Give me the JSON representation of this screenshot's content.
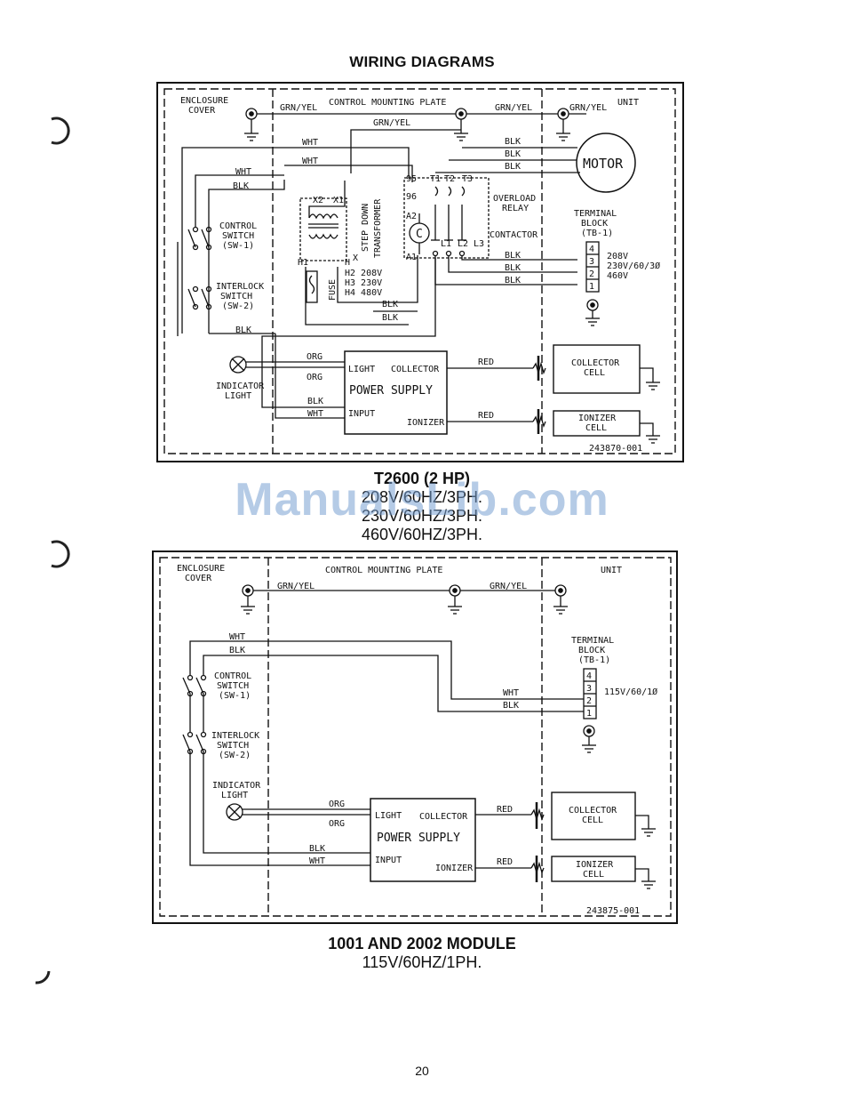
{
  "page": {
    "title": "WIRING DIAGRAMS",
    "watermark": "ManualsLib.com",
    "page_number": "20"
  },
  "diagram1": {
    "enclosure_cover": [
      "ENCLOSURE",
      "COVER"
    ],
    "control_mounting_plate": "CONTROL MOUNTING PLATE",
    "unit": "UNIT",
    "motor": "MOTOR",
    "control_switch": [
      "CONTROL",
      "SWITCH",
      "(SW-1)"
    ],
    "interlock_switch": [
      "INTERLOCK",
      "SWITCH",
      "(SW-2)"
    ],
    "indicator_light": [
      "INDICATOR",
      "LIGHT"
    ],
    "step_down_transformer": [
      "STEP DOWN",
      "TRANSFORMER"
    ],
    "fuse": "FUSE",
    "overload_relay": [
      "OVERLOAD",
      "RELAY"
    ],
    "contactor": "CONTACTOR",
    "terminal_block": [
      "TERMINAL",
      "BLOCK",
      "(TB-1)"
    ],
    "voltages": [
      "208V",
      "230V/60/3Ø",
      "460V"
    ],
    "taps": [
      "H2 208V",
      "H3 230V",
      "H4 480V"
    ],
    "terminals": [
      "95",
      "96",
      "A2",
      "A1",
      "T1",
      "T2",
      "T3",
      "L1",
      "L2",
      "L3",
      "X2",
      "X1",
      "H1",
      "H",
      "X"
    ],
    "tb_numbers": [
      "4",
      "3",
      "2",
      "1"
    ],
    "power_supply": {
      "light": "LIGHT",
      "collector": "COLLECTOR",
      "title": "POWER SUPPLY",
      "input": "INPUT",
      "ionizer": "IONIZER"
    },
    "collector_cell": [
      "COLLECTOR",
      "CELL"
    ],
    "ionizer_cell": [
      "IONIZER",
      "CELL"
    ],
    "wires": {
      "grn_yel": "GRN/YEL",
      "wht": "WHT",
      "blk": "BLK",
      "org": "ORG",
      "red": "RED"
    },
    "drawing_no": "243870-001"
  },
  "caption1": {
    "model": "T2600 (2 HP)",
    "lines": [
      "208V/60HZ/3PH.",
      "230V/60HZ/3PH.",
      "460V/60HZ/3PH."
    ]
  },
  "diagram2": {
    "enclosure_cover": [
      "ENCLOSURE",
      "COVER"
    ],
    "control_mounting_plate": "CONTROL MOUNTING PLATE",
    "unit": "UNIT",
    "control_switch": [
      "CONTROL",
      "SWITCH",
      "(SW-1)"
    ],
    "interlock_switch": [
      "INTERLOCK",
      "SWITCH",
      "(SW-2)"
    ],
    "indicator_light": [
      "INDICATOR",
      "LIGHT"
    ],
    "terminal_block": [
      "TERMINAL",
      "BLOCK",
      "(TB-1)"
    ],
    "voltage": "115V/60/1Ø",
    "tb_numbers": [
      "4",
      "3",
      "2",
      "1"
    ],
    "power_supply": {
      "light": "LIGHT",
      "collector": "COLLECTOR",
      "title": "POWER SUPPLY",
      "input": "INPUT",
      "ionizer": "IONIZER"
    },
    "collector_cell": [
      "COLLECTOR",
      "CELL"
    ],
    "ionizer_cell": [
      "IONIZER",
      "CELL"
    ],
    "wires": {
      "grn_yel": "GRN/YEL",
      "wht": "WHT",
      "blk": "BLK",
      "org": "ORG",
      "red": "RED"
    },
    "drawing_no": "243875-001"
  },
  "caption2": {
    "model": "1001 AND 2002 MODULE",
    "line": "115V/60HZ/1PH."
  }
}
